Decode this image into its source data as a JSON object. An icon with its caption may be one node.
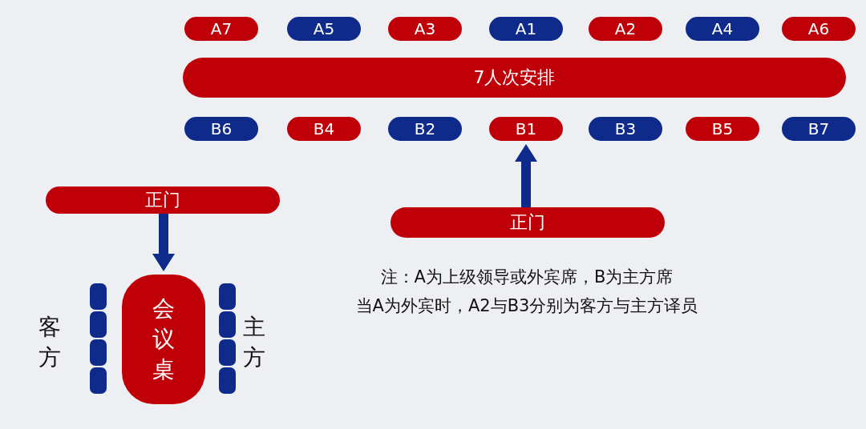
{
  "diagram": {
    "nodes": [
      {
        "text": [
          "A7"
        ]
      },
      {
        "text": [
          "A5"
        ]
      },
      {
        "text": [
          "A3"
        ]
      },
      {
        "text": [
          "A1"
        ]
      },
      {
        "text": [
          "A2"
        ]
      },
      {
        "text": [
          "A4"
        ]
      },
      {
        "text": [
          "A6"
        ]
      },
      {
        "text": [
          "7人次安排"
        ]
      },
      {
        "text": [
          "B6"
        ]
      },
      {
        "text": [
          "B4"
        ]
      },
      {
        "text": [
          "B2"
        ]
      },
      {
        "text": [
          "B1"
        ]
      },
      {
        "text": [
          "B3"
        ]
      },
      {
        "text": [
          "B5"
        ]
      },
      {
        "text": [
          "B7"
        ]
      },
      {
        "text": [
          "正门"
        ]
      },
      {
        "text": [
          "正门"
        ]
      },
      {
        "text": [
          "会议桌"
        ]
      },
      {
        "text": [],
        "shape": "box"
      },
      {
        "text": [],
        "shape": "box"
      },
      {
        "text": [],
        "shape": "box"
      },
      {
        "text": [],
        "shape": "box"
      },
      {
        "text": [],
        "shape": "box"
      },
      {
        "text": [],
        "shape": "box"
      },
      {
        "text": [],
        "shape": "box"
      },
      {
        "text": [],
        "shape": "box"
      }
    ],
    "edges": [
      {
        "from": 15,
        "to": 11,
        "arrow": "to"
      },
      {
        "from": 16,
        "to": 17,
        "arrow": "to"
      }
    ],
    "labels": [
      "客方",
      "主方",
      "注：A为上级领导或外宾席，B为主方席",
      "当A为外宾时，A2与B3分别为客方与主方译员"
    ]
  }
}
